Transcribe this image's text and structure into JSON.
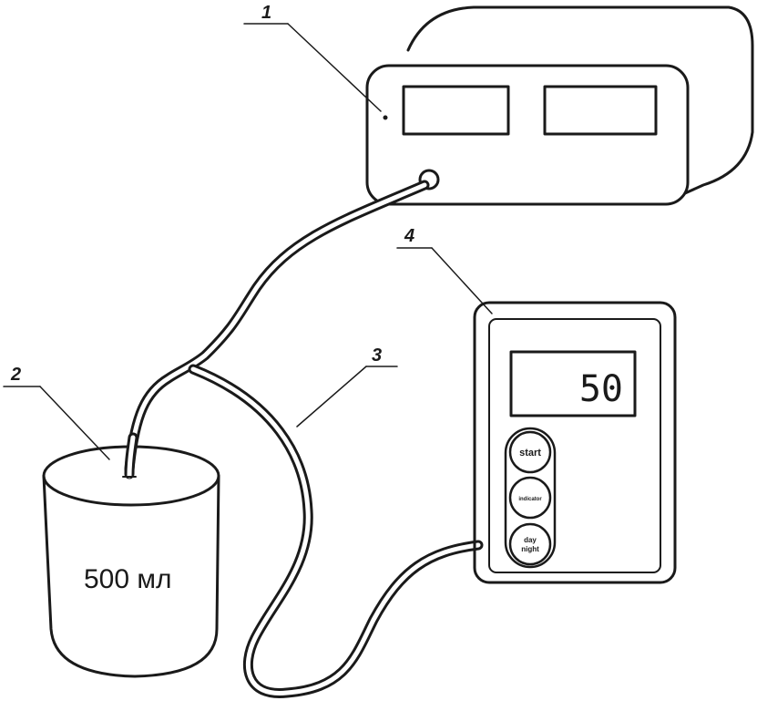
{
  "labels": {
    "device": "1",
    "container": "2",
    "tube": "3",
    "monitor": "4"
  },
  "container": {
    "volume_label": "500 мл"
  },
  "monitor": {
    "display_value": "50",
    "buttons": {
      "start": "start",
      "indicator": "indicator",
      "day": "day",
      "night": "night"
    }
  }
}
